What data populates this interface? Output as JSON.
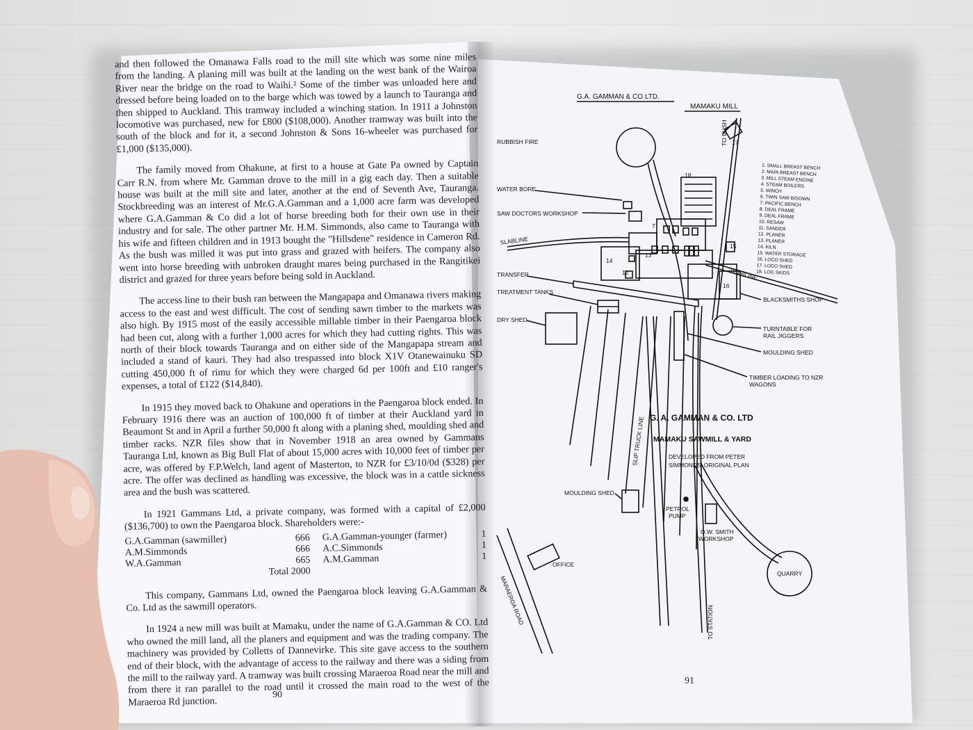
{
  "left_page": {
    "page_number": "90",
    "paragraphs": [
      "and then followed the Omanawa Falls road to the mill site which was some nine miles from the landing. A planing mill was built at the landing on the west bank of the Wairoa River near the bridge on the road to Waihi.² Some of the timber was unloaded here and dressed before being loaded on to the barge which was towed by a launch to Tauranga and then shipped to Auckland. This tramway included a winching station. In 1911 a Johnston locomotive was purchased, new for £800 ($108,000). Another tramway was built into the south of the block and for it, a second Johnston & Sons 16-wheeler was purchased for £1,000 ($135,000).",
      "The family moved from Ohakune, at first to a house at Gate Pa owned by Captain Carr R.N. from where Mr. Gamman drove to the mill in a gig each day. Then a suitable house was built at the mill site and later, another at the end of Seventh Ave, Tauranga. Stockbreeding was an interest of Mr.G.A.Gamman and a 1,000 acre farm was developed where G.A.Gamman & Co did a lot of horse breeding both for their own use in their industry and for sale. The other partner Mr. H.M. Simmonds, also came to Tauranga with his wife and fifteen children and in 1913 bought the \"Hillsdene\" residence in Cameron Rd. As the bush was milled it was put into grass and grazed with heifers. The company also went into horse breeding with unbroken draught mares being purchased in the Rangitikei district and grazed for three years before being sold in Auckland.",
      "The access line to their bush ran between the Mangapapa and Omanawa rivers making access to the east and west difficult. The cost of sending sawn timber to the markets was also high. By 1915 most of the easily accessible millable timber in their Paengaroa block had been cut, along with a further 1,000 acres for which they had cutting rights. This was north of their block towards Tauranga and on either side of the Mangapapa stream and included a stand of kauri. They had also trespassed into block X1V Otanewainuku SD cutting 450,000 ft of rimu for which they were charged 6d per 100ft and £10 ranger's expenses, a total of £122 ($14,840).",
      "In 1915 they moved back to Ohakune and operations in the Paengaroa block ended. In February 1916 there was an auction of 100,000 ft of timber at their Auckland yard in Beaumont St and in April a further 50,000 ft along with a planing shed, moulding shed and timber racks. NZR files show that in November 1918 an area owned by Gammans Tauranga Ltd, known as Big Bull Flat of about 15,000 acres with 10,000 feet of timber per acre, was offered by F.P.Welch, land agent of Masterton, to NZR for £3/10/0d ($328) per acre. The offer was declined as handling was excessive, the block was in a cattle sickness area and the bush was scattered.",
      "In 1921 Gammans Ltd, a private company, was formed with a capital of £2,000 ($136,700) to own the Paengaroa block. Shareholders were:-"
    ],
    "shareholders": [
      {
        "name": "G.A.Gamman (sawmiller)",
        "shares": "666",
        "name2": "G.A.Gamman-younger (farmer)",
        "shares2": "1"
      },
      {
        "name": "A.M.Simmonds",
        "shares": "666",
        "name2": "A.C.Simmonds",
        "shares2": "1"
      },
      {
        "name": "W.A.Gamman",
        "shares": "665",
        "name2": "A.M.Gamman",
        "shares2": "1"
      }
    ],
    "total": "Total 2000",
    "paragraphs_after": [
      "This company, Gammans Ltd, owned the Paengaroa block leaving G.A.Gamman & Co. Ltd as the sawmill operators.",
      "In 1924 a new mill was built at Mamaku, under the name of G.A.Gamman & CO. Ltd who owned the mill land, all the planers and equipment and was the trading company. The machinery was provided by Colletts of Dannevirke. This site gave access to the southern end of their block, with the advantage of access to the railway and there was a siding from the mill to the railway yard. A tramway was built crossing Maraeroa Road near the mill and from there it ran parallel to the road until it crossed the main road to the west of the Maraeroa Rd junction."
    ]
  },
  "right_page": {
    "page_number": "91",
    "header_left": "G.A. GAMMAN & CO LTD.",
    "header_right": "MAMAKU MILL",
    "title": "G. A. GAMMAN & CO. LTD",
    "subtitle": "MAMAKU SAWMILL & YARD",
    "credit_line1": "DEVELOPED FROM PETER",
    "credit_line2": "SIMMONDS' ORIGINAL PLAN",
    "labels": {
      "rubbish_fire": "RUBBISH FIRE",
      "water_bore": "WATER BORE",
      "saw_doctors": "SAW DOCTORS WORKSHOP",
      "slabline_left": "SLABLINE",
      "slabline_right": "SLABLINE",
      "transfer": "TRANSFER",
      "treatment_tanks": "TREATMENT TANKS",
      "dry_shed": "DRY SHED",
      "blacksmiths": "BLACKSMITHS SHOP",
      "turntable1": "TURNTABLE FOR",
      "turntable2": "RAIL JIGGERS",
      "moulding_shed_r": "MOULDING SHED",
      "timber_loading1": "TIMBER LOADING TO NZR",
      "timber_loading2": "WAGONS",
      "slip_truck": "SLIP TRUCK LINE",
      "moulding_shed_l": "MOULDING SHED",
      "petrol1": "PETROL",
      "petrol2": "PUMP",
      "ow_smith1": "O.W. SMITH",
      "ow_smith2": "WORKSHOP",
      "office": "OFFICE",
      "maraeroa_road": "MARAEROA ROAD",
      "to_station": "TO STATION",
      "quarry": "QUARRY",
      "to_bush": "TO BUSH"
    },
    "legend": [
      "1. SMALL BREAST BENCH",
      "2. MAIN BREAST BENCH",
      "3. MILL STEAM ENGINE",
      "4. STEAM BOILERS",
      "5. WINCH",
      "6. TWIN SAW B/DOWN",
      "7. PACIFIC BENCH",
      "8. DEAL FRAME",
      "9. DEAL FRAME",
      "10. RESAW",
      "11. SANDER",
      "12. PLANER",
      "13. PLANER",
      "14. KILN",
      "15. WATER STORAGE",
      "16. LOCO SHED",
      "17. LOCO SHED",
      "18. LOG SKIDS"
    ]
  }
}
